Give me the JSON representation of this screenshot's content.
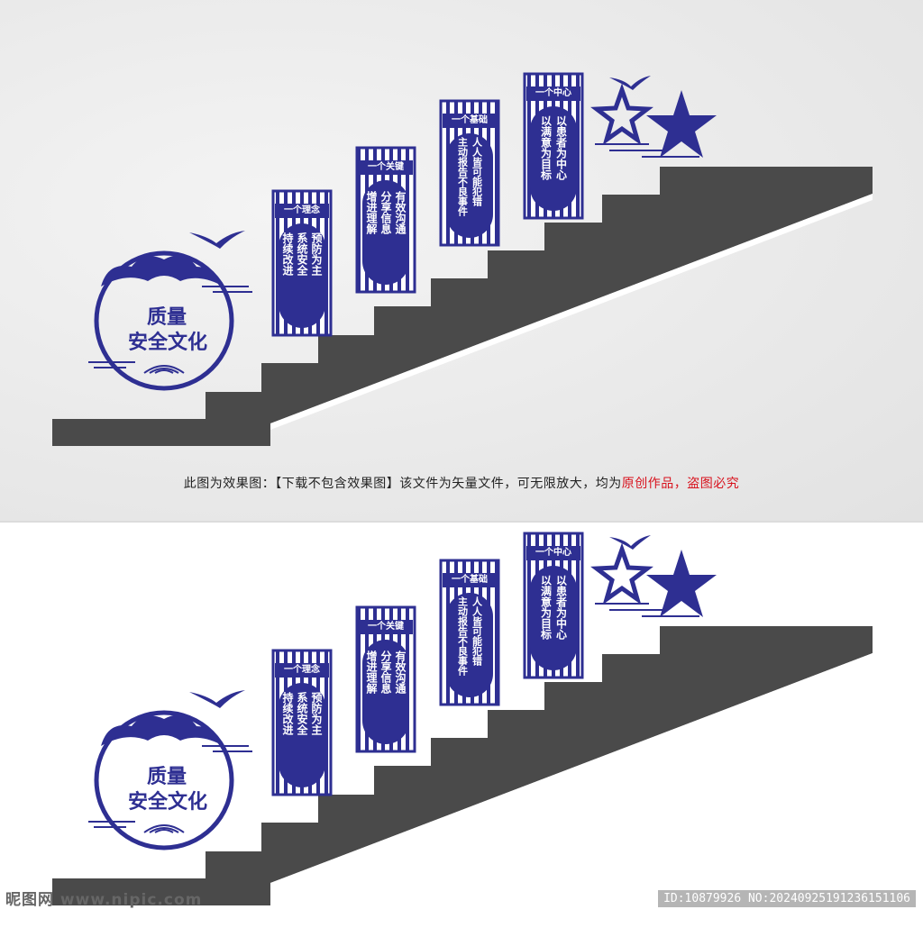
{
  "colors": {
    "brand_blue": "#2e2f92",
    "stair_gray": "#4a4a4a",
    "caption_red": "#d8121d"
  },
  "emblem": {
    "line1": "质量",
    "line2": "安全文化"
  },
  "boards": [
    {
      "title": "一个理念",
      "lines": [
        "预防为主",
        "系统安全",
        "持续改进"
      ]
    },
    {
      "title": "一个关键",
      "lines": [
        "有效沟通",
        "分享信息",
        "增进理解"
      ]
    },
    {
      "title": "一个基础",
      "lines": [
        "人人皆可能犯错",
        "主动报告不良事件"
      ]
    },
    {
      "title": "一个中心",
      "lines": [
        "以患者为中心",
        "以满意为目标"
      ]
    }
  ],
  "caption": {
    "normal": "此图为效果图：【下载不包含效果图】该文件为矢量文件，可无限放大，均为",
    "red": "原创作品，盗图必究"
  },
  "watermark": {
    "left": "昵图网 www.nipic.com",
    "right": "ID:10879926 NO:20240925191236151106"
  },
  "icons": [
    "bird-icon",
    "star-outline-icon",
    "star-solid-icon",
    "cloud-icon",
    "wave-icon"
  ]
}
